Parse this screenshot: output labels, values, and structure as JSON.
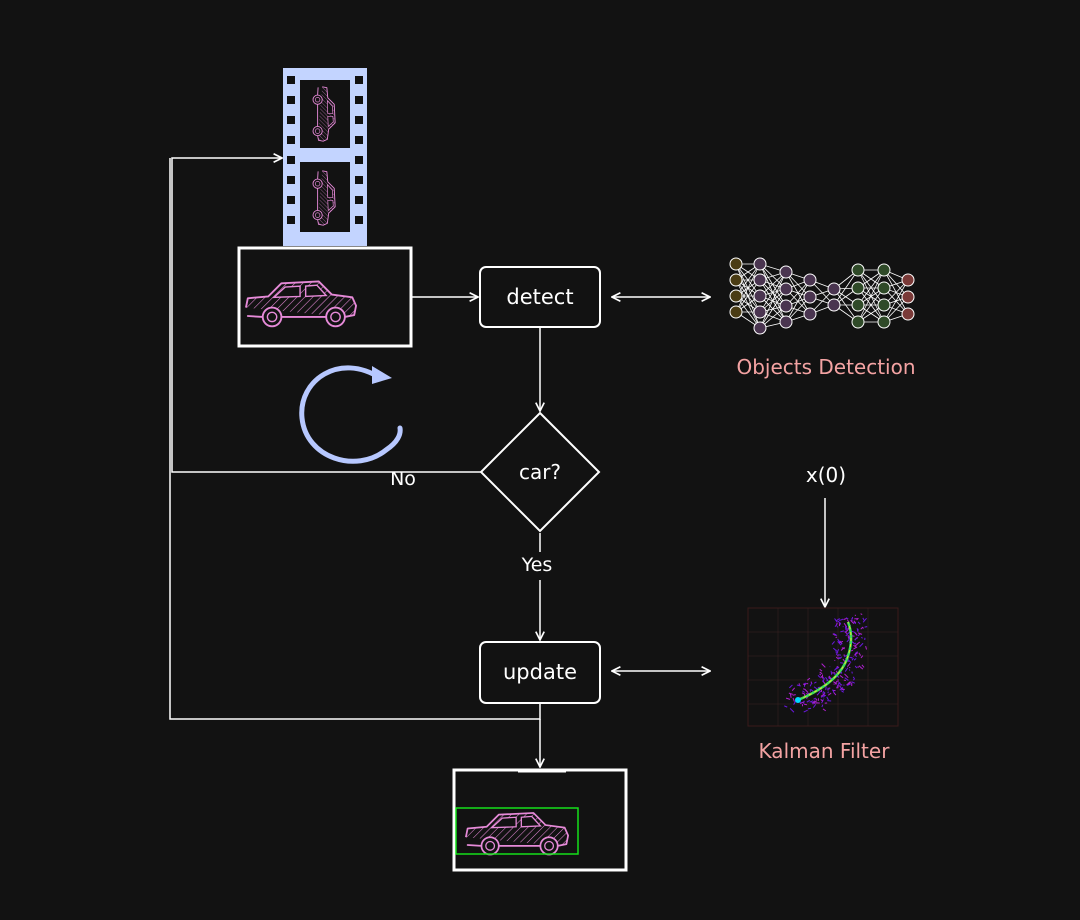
{
  "colors": {
    "background": "#121212",
    "stroke": "#ffffff",
    "film": "#c3d4ff",
    "car_outline": "#e68ad8",
    "label_pink": "#f4a3a3",
    "loop_arrow": "#b7c8ff",
    "bbox_green": "#14e01a",
    "nn_brown": "#4a3c14",
    "nn_purple": "#4a3550",
    "nn_green": "#2f4a28",
    "nn_red": "#7a3a38"
  },
  "nodes": {
    "detect": "detect",
    "decision": "car?",
    "update": "update"
  },
  "edges": {
    "no_label": "No",
    "yes_label": "Yes"
  },
  "labels": {
    "objects_detection": "Objects Detection",
    "kalman_filter": "Kalman Filter",
    "initial_state": "x(0)"
  },
  "icons": {
    "film_strip": "film-strip-icon",
    "car": "car-icon",
    "loop": "loop-arrow-icon",
    "neural_network": "neural-network-icon",
    "kalman_plot": "kalman-scatter-plot-icon"
  }
}
